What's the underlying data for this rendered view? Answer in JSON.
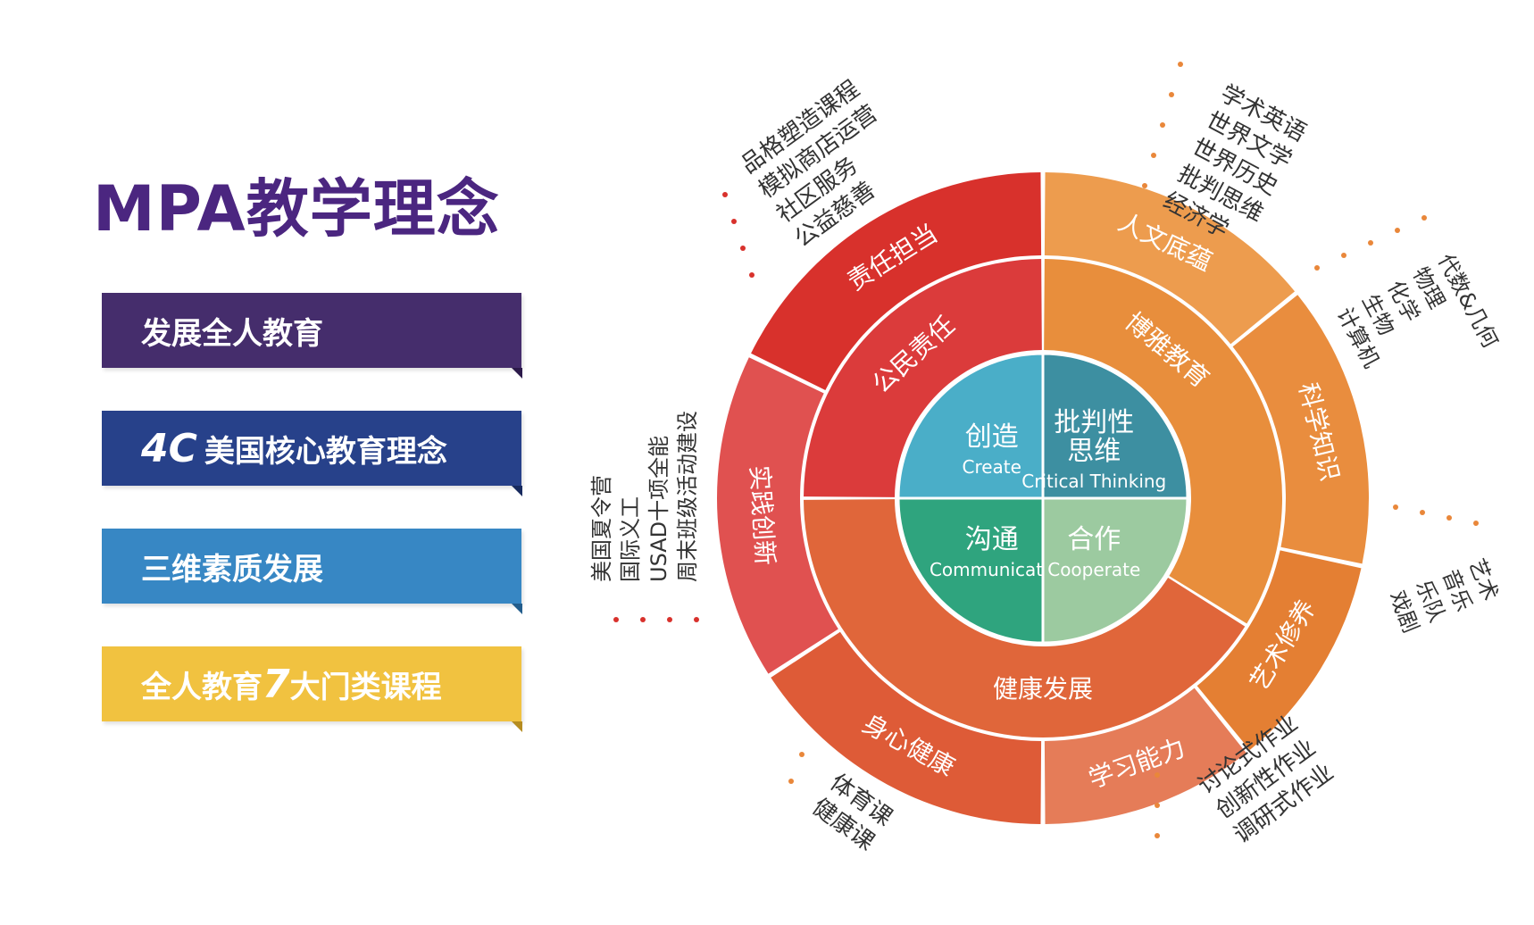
{
  "page": {
    "title": "MPA教学理念"
  },
  "banners": [
    {
      "label": "发展全人教育",
      "color": "#452d6c",
      "fold_color": "#2c1a4a"
    },
    {
      "prefix": "4C",
      "label": "美国核心教育理念",
      "color": "#27418a",
      "fold_color": "#172a5e"
    },
    {
      "label": "三维素质发展",
      "color": "#3787c4",
      "fold_color": "#235d8c"
    },
    {
      "label": "全人教育",
      "seven": "7",
      "suffix": "大门类课程",
      "color": "#f1c240",
      "fold_color": "#b58c20"
    }
  ],
  "wheel": {
    "core": [
      {
        "zh": "创造",
        "en": "Create",
        "color": "#4aaec8"
      },
      {
        "zh": "批判性\n思维",
        "en": "Critical Thinking",
        "color": "#3d8fa1"
      },
      {
        "zh": "沟通",
        "en": "Communicate",
        "color": "#2fa47e"
      },
      {
        "zh": "合作",
        "en": "Cooperate",
        "color": "#9ccaa0"
      }
    ],
    "middle": [
      {
        "label": "公民责任",
        "color": "#db3b3b"
      },
      {
        "label": "博雅教育",
        "color": "#e88e3c"
      },
      {
        "label": "健康发展",
        "color": "#e0663a"
      }
    ],
    "outer": [
      {
        "label": "人文底蕴",
        "color": "#ed9c4e"
      },
      {
        "label": "科学知识",
        "color": "#e98d3e"
      },
      {
        "label": "艺术修养",
        "color": "#e47f33"
      },
      {
        "label": "学习能力",
        "color": "#e57c58"
      },
      {
        "label": "身心健康",
        "color": "#de5b37"
      },
      {
        "label": "实践创新",
        "color": "#e05150"
      },
      {
        "label": "责任担当",
        "color": "#d8312c"
      }
    ],
    "annotations": [
      {
        "name": "humanities",
        "lines": [
          "学术英语",
          "世界文学",
          "世界历史",
          "批判思维",
          "经济学"
        ],
        "dot_color": "#e9873a"
      },
      {
        "name": "science",
        "lines": [
          "代数&几何",
          "物理",
          "化学",
          "生物",
          "计算机"
        ],
        "dot_color": "#e9873a"
      },
      {
        "name": "arts",
        "lines": [
          "艺术",
          "音乐",
          "乐队",
          "戏剧"
        ],
        "dot_color": "#e9873a"
      },
      {
        "name": "learning",
        "lines": [
          "讨论式作业",
          "创新性作业",
          "调研式作业"
        ],
        "dot_color": "#e9873a"
      },
      {
        "name": "health",
        "lines": [
          "体育课",
          "健康课"
        ],
        "dot_color": "#e9873a"
      },
      {
        "name": "practice",
        "lines": [
          "美国夏令营",
          "国际义工",
          "USAD十项全能",
          "周末班级活动建设"
        ],
        "dot_color": "#d8312c"
      },
      {
        "name": "responsibility",
        "lines": [
          "品格塑造课程",
          "模拟商店运营",
          "社区服务",
          "公益慈善"
        ],
        "dot_color": "#d8312c"
      }
    ]
  }
}
